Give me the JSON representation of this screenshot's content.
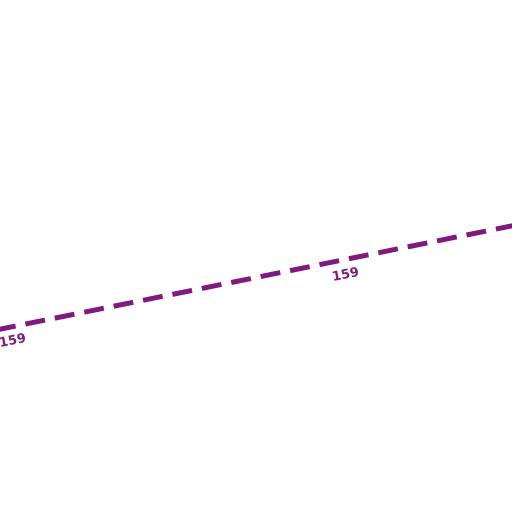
{
  "map": {
    "background": "#ffffff",
    "route": {
      "ref": "159",
      "color": "#7f1a7e",
      "line_style": "dashed",
      "labels": [
        {
          "text": "159"
        },
        {
          "text": "159"
        }
      ]
    }
  }
}
